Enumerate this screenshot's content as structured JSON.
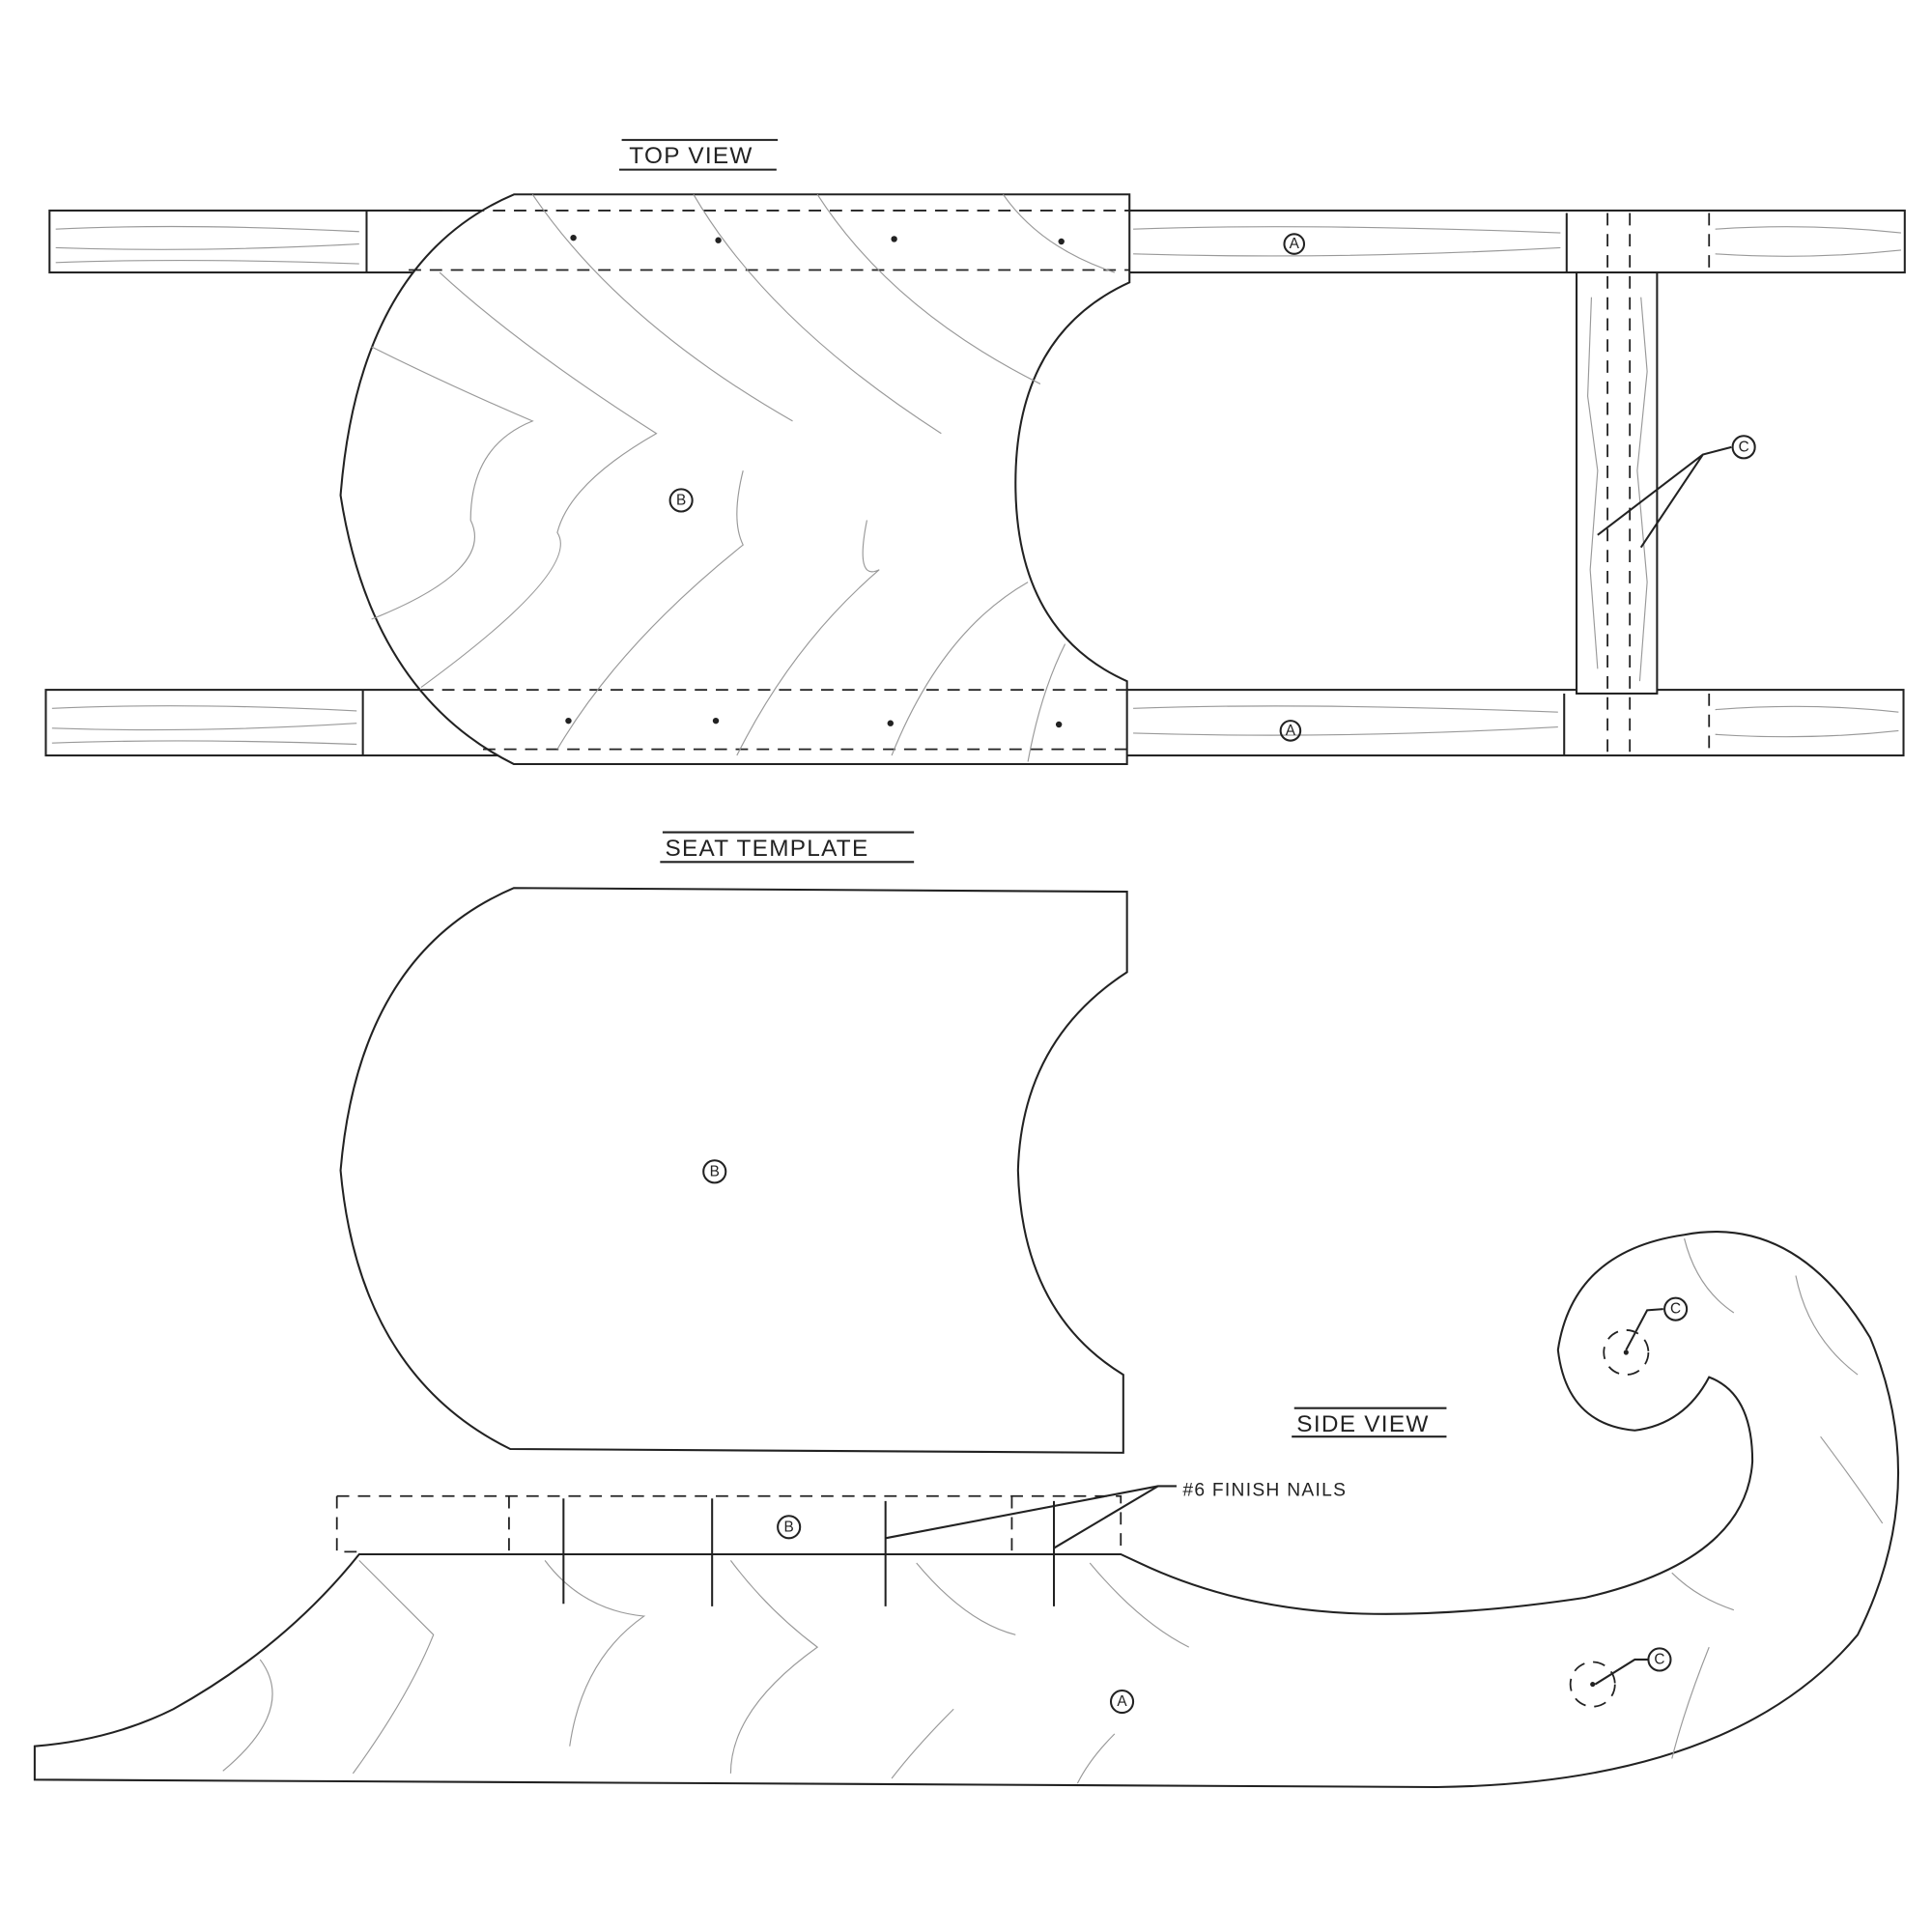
{
  "titles": {
    "top_view": "TOP VIEW",
    "seat_template": "SEAT TEMPLATE",
    "side_view": "SIDE VIEW"
  },
  "parts": {
    "runner": "A",
    "seat": "B",
    "crossbar": "C"
  },
  "notes": {
    "nails": "#6 FINISH NAILS"
  }
}
